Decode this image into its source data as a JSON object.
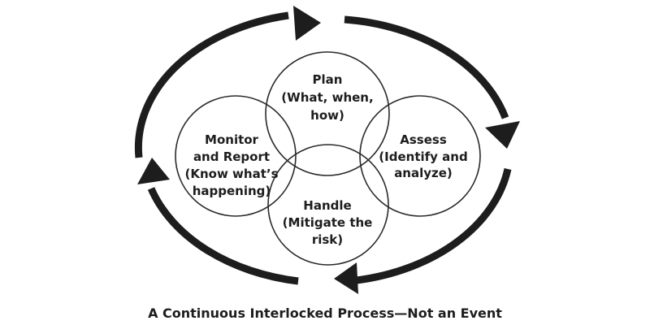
{
  "diagram": {
    "caption": "A Continuous Interlocked Process—Not an Event",
    "cycle_direction": "clockwise",
    "colors": {
      "ink": "#1d1d1d",
      "background": "#ffffff"
    },
    "circles": {
      "plan": {
        "lines": [
          "Plan",
          "(What, when,",
          "how)"
        ]
      },
      "assess": {
        "lines": [
          "Assess",
          "(Identify and",
          "analyze)"
        ]
      },
      "handle": {
        "lines": [
          "Handle",
          "(Mitigate the",
          "risk)"
        ]
      },
      "monitor": {
        "lines": [
          "Monitor",
          "and Report",
          "(Know what’s",
          "happening)"
        ]
      }
    }
  }
}
